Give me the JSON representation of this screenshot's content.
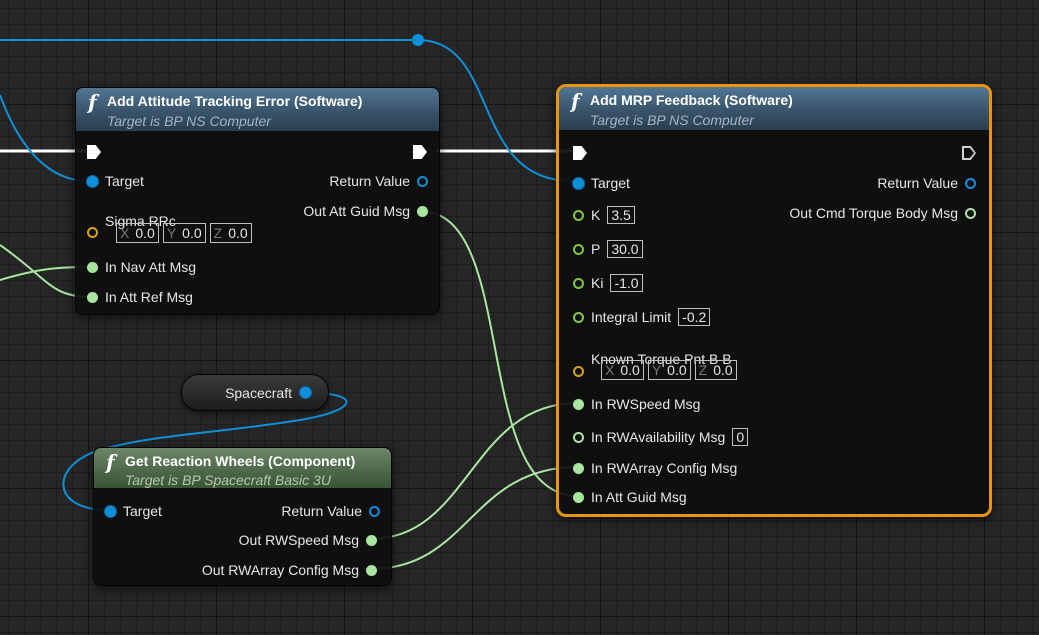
{
  "colors": {
    "selected_border": "#e8960f",
    "object_pin": "#0f8fd8",
    "struct_pin": "#a8e6a0",
    "float_pin": "#7ec843",
    "vector_pin": "#d9a21b"
  },
  "node_attitude": {
    "icon": "function-icon",
    "title": "Add Attitude Tracking Error (Software)",
    "subtitle": "Target is BP NS Computer",
    "pins": {
      "target": "Target",
      "return_value": "Return Value",
      "sigma": "Sigma RRc",
      "out_att_guid": "Out Att Guid Msg",
      "in_nav": "In Nav Att Msg",
      "in_att_ref": "In Att Ref Msg"
    },
    "sigma_vector": {
      "x_label": "X",
      "x": "0.0",
      "y_label": "Y",
      "y": "0.0",
      "z_label": "Z",
      "z": "0.0"
    }
  },
  "node_mrp": {
    "icon": "function-icon",
    "title": "Add MRP Feedback (Software)",
    "subtitle": "Target is BP NS Computer",
    "pins": {
      "target": "Target",
      "return_value": "Return Value",
      "k_label": "K",
      "k_value": "3.5",
      "p_label": "P",
      "p_value": "30.0",
      "ki_label": "Ki",
      "ki_value": "-1.0",
      "integral_label": "Integral Limit",
      "integral_value": "-0.2",
      "known_torque": "Known Torque Pnt B B",
      "out_cmd": "Out Cmd Torque Body Msg",
      "in_rwspeed": "In RWSpeed Msg",
      "in_rwavail": "In RWAvailability Msg",
      "in_rwavail_value": "0",
      "in_rwarray": "In RWArray Config Msg",
      "in_att_guid": "In Att Guid Msg"
    },
    "torque_vector": {
      "x_label": "X",
      "x": "0.0",
      "y_label": "Y",
      "y": "0.0",
      "z_label": "Z",
      "z": "0.0"
    }
  },
  "node_wheels": {
    "icon": "function-icon",
    "title": "Get Reaction Wheels (Component)",
    "subtitle": "Target is BP Spacecraft Basic 3U",
    "pins": {
      "target": "Target",
      "return_value": "Return Value",
      "out_rwspeed": "Out RWSpeed Msg",
      "out_rwarray": "Out RWArray Config Msg"
    }
  },
  "variable": {
    "label": "Spacecraft"
  }
}
